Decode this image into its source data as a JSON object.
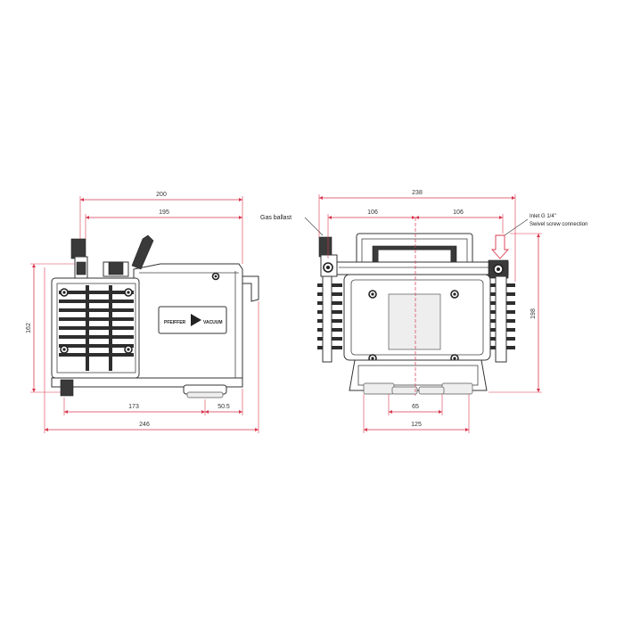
{
  "diagram": {
    "side_view": {
      "dimensions": {
        "top_overall": "200",
        "top_inner": "195",
        "height": "162",
        "base_left": "173",
        "base_right": "50.5",
        "overall_length": "246"
      },
      "brand_plate": {
        "brand_left": "PFEIFFER",
        "brand_right": "VACUUM"
      }
    },
    "front_view": {
      "dimensions": {
        "top_overall": "238",
        "half_left": "106",
        "half_right": "106",
        "height": "198",
        "feet_inner": "65",
        "feet_outer": "125"
      },
      "labels": {
        "gas_ballast": "Gas ballast",
        "inlet_line1": "Inlet G 1/4\"",
        "inlet_line2": "Swivel screw connection"
      }
    },
    "colors": {
      "dimension": "#d9384f",
      "outline": "#333333",
      "fins": "#2e2e2e"
    }
  }
}
